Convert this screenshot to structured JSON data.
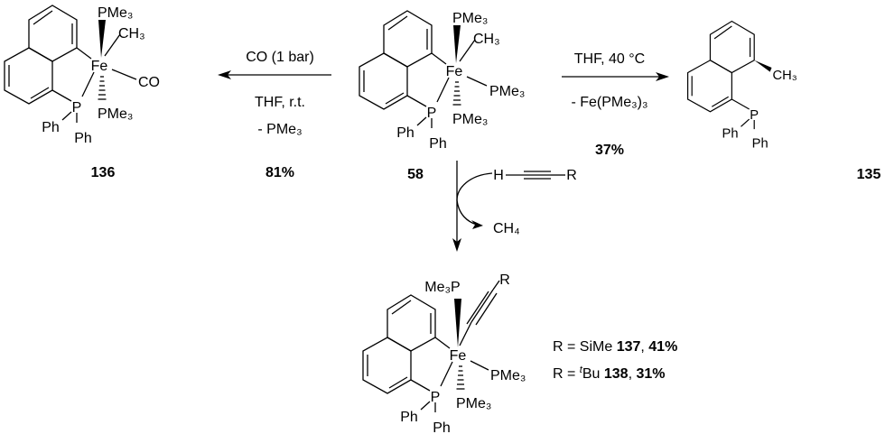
{
  "compounds": {
    "c136": {
      "label": "136",
      "top": "PMe₃",
      "methyl": "CH₃",
      "co": "CO",
      "bottom": "PMe₃",
      "fe": "Fe",
      "p": "P",
      "ph1": "Ph",
      "ph2": "Ph"
    },
    "c58": {
      "label": "58",
      "top": "PMe₃",
      "methyl": "CH₃",
      "right": "PMe₃",
      "bottom": "PMe₃",
      "fe": "Fe",
      "p": "P",
      "ph1": "Ph",
      "ph2": "Ph"
    },
    "c135": {
      "label": "135",
      "methyl": "CH₃",
      "p": "P",
      "ph1": "Ph",
      "ph2": "Ph"
    },
    "c137": {
      "top": "Me₃P",
      "r": "R",
      "right": "PMe₃",
      "bottom": "PMe₃",
      "fe": "Fe",
      "p": "P",
      "ph1": "Ph",
      "ph2": "Ph"
    }
  },
  "reactions": {
    "left": {
      "above": "CO (1 bar)",
      "below1": "THF, r.t.",
      "below2": "- PMe₃",
      "yield": "81%"
    },
    "right": {
      "above": "THF, 40 °C",
      "below": "- Fe(PMe₃)₃",
      "yield": "37%"
    },
    "down": {
      "reagent_h": "H",
      "reagent_r": "R",
      "byproduct": "CH₄"
    }
  },
  "products": {
    "line1": {
      "prefix": "R = SiMe ",
      "compound": "137",
      "sep": ", ",
      "yield": "41%"
    },
    "line2": {
      "prefix": "R = ",
      "sup": "t",
      "group": "Bu ",
      "compound": "138",
      "sep": ", ",
      "yield": "31%"
    }
  }
}
